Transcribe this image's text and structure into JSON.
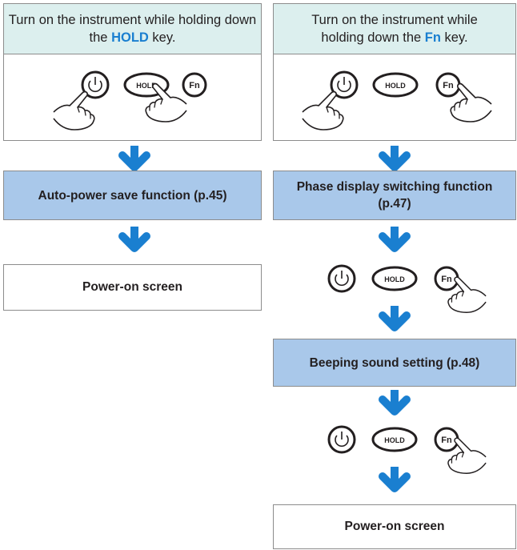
{
  "colors": {
    "accent": "#1a7fd0",
    "header_bg": "#dcefee",
    "step_bg": "#a9c8ea"
  },
  "keys": {
    "hold": "HOLD",
    "fn": "Fn"
  },
  "left": {
    "instruction_pre": "Turn on the instrument while holding down the ",
    "instruction_key": "HOLD",
    "instruction_post": " key.",
    "function": "Auto-power save function (p.45)",
    "result": "Power-on screen"
  },
  "right": {
    "instruction_pre": "Turn on the instrument while holding down the ",
    "instruction_key": "Fn",
    "instruction_post": " key.",
    "function": "Phase display switching function (p.47)",
    "step2": "Beeping sound setting (p.48)",
    "result": "Power-on screen"
  }
}
